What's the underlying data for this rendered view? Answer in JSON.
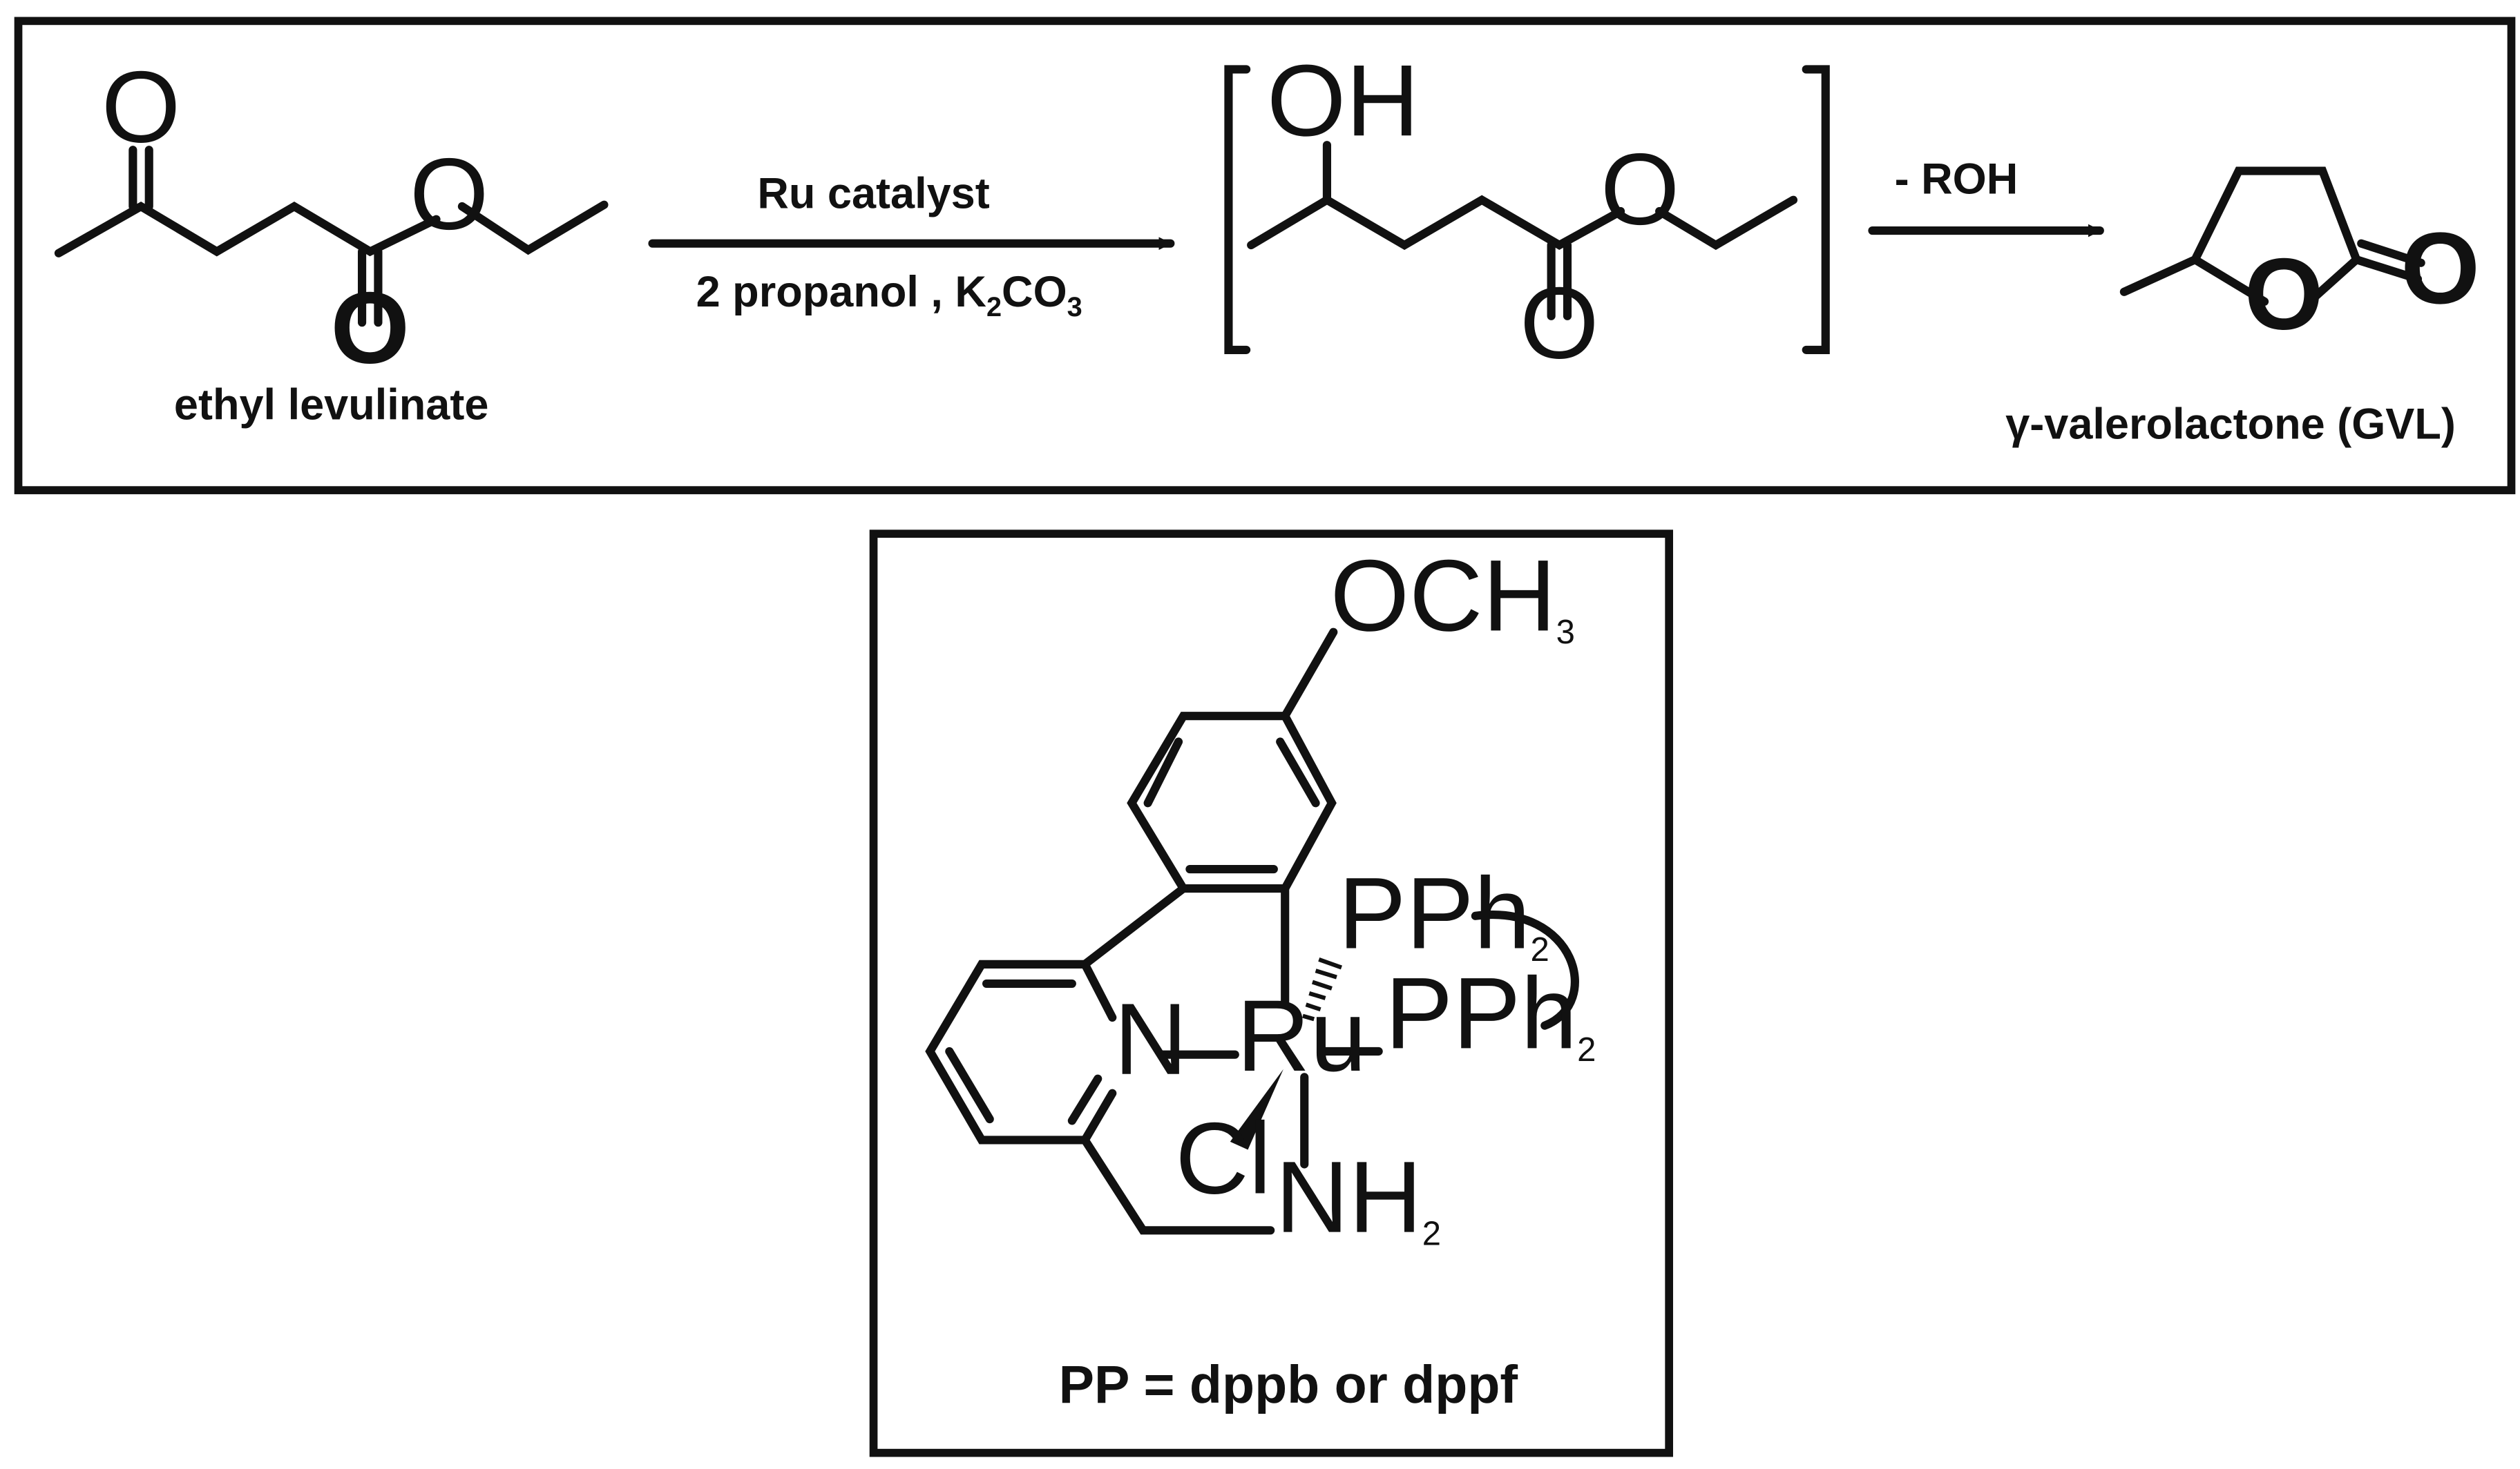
{
  "reaction": {
    "reactant_name": "ethyl levulinate",
    "step1_reagent_top": "Ru catalyst",
    "step1_reagent_bottom_prefix": "2 propanol ,  K",
    "step1_sub_2": "2",
    "step1_co": "CO",
    "step1_sub_3": "3",
    "step2_reagent": "- ROH",
    "product_name": "γ-valerolactone (GVL)",
    "atom_O": "O",
    "atom_OH": "OH"
  },
  "catalyst": {
    "och3_main": "OCH",
    "och3_sub": "3",
    "pph": "PPh",
    "pph_sub": "2",
    "ru": "Ru",
    "n": "N",
    "cl": "Cl",
    "nh": "NH",
    "nh_sub": "2",
    "legend": "PP = dppb or dppf"
  }
}
